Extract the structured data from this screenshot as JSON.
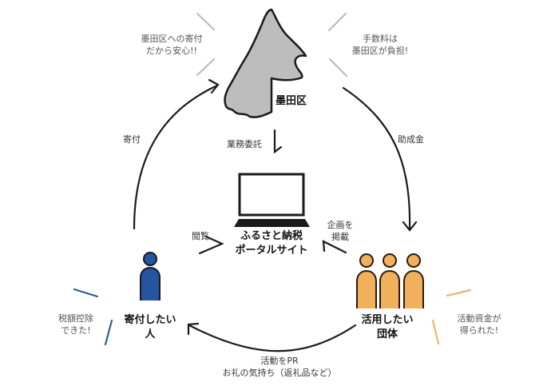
{
  "nodes": {
    "city": {
      "name": "墨田区"
    },
    "portal": {
      "line1": "ふるさと納税",
      "line2": "ポータルサイト"
    },
    "donor": {
      "line1": "寄付したい",
      "line2": "人"
    },
    "group": {
      "line1": "活用したい",
      "line2": "団体"
    }
  },
  "notes": {
    "donor_city": {
      "line1": "墨田区への寄付",
      "line2": "だから安心!!"
    },
    "city_fee": {
      "line1": "手数料は",
      "line2": "墨田区が負担!"
    },
    "donor_tax": {
      "line1": "税額控除",
      "line2": "できた!"
    },
    "group_funds": {
      "line1": "活動資金が",
      "line2": "得られた!"
    }
  },
  "flows": {
    "donation": "寄付",
    "grant": "助成金",
    "outsourcing": "業務委託",
    "browse": "閲覧",
    "post": {
      "line1": "企画を",
      "line2": "掲載"
    },
    "return": {
      "line1": "活動をPR",
      "line2": "お礼の気持ち（返礼品など）"
    }
  },
  "colors": {
    "donor": "#2554a0",
    "group": "#f0b05c",
    "city_fill": "#bdbdbd",
    "outline": "#1a1a1a",
    "accent_gray": "#bbbbbb",
    "accent_blue": "#2f5a93",
    "accent_orange": "#e6b76c"
  }
}
